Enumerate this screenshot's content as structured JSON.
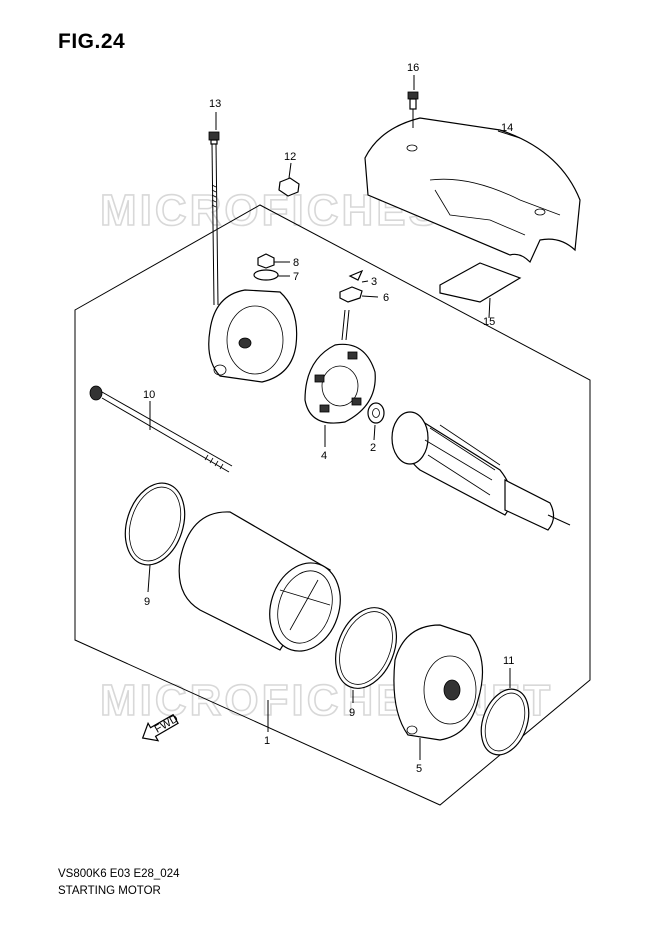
{
  "figure": {
    "title": "FIG.24",
    "model_code": "VS800K6 E03 E28_024",
    "description": "STARTING MOTOR",
    "watermark": "MICROFICHES.NET",
    "direction_label": "FWD"
  },
  "parts": [
    {
      "ref": "1"
    },
    {
      "ref": "2"
    },
    {
      "ref": "3"
    },
    {
      "ref": "4"
    },
    {
      "ref": "5"
    },
    {
      "ref": "6"
    },
    {
      "ref": "7"
    },
    {
      "ref": "8"
    },
    {
      "ref": "9"
    },
    {
      "ref": "9"
    },
    {
      "ref": "10"
    },
    {
      "ref": "11"
    },
    {
      "ref": "12"
    },
    {
      "ref": "13"
    },
    {
      "ref": "14"
    },
    {
      "ref": "15"
    },
    {
      "ref": "16"
    }
  ]
}
